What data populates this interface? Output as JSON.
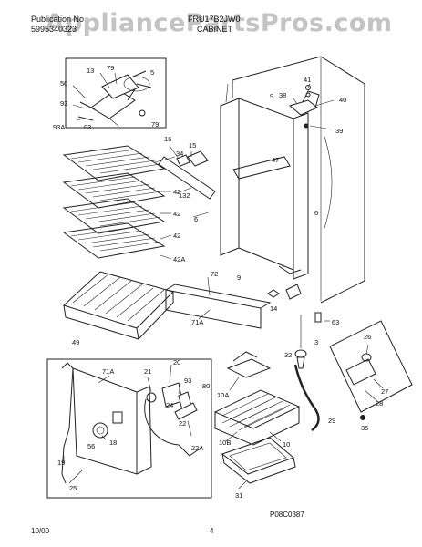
{
  "header": {
    "publication_label": "Publication No",
    "publication_number": "5995340323",
    "model": "FRU17B2JW0",
    "section": "CABINET"
  },
  "watermark": "AppliancePartsPros.com",
  "footer": {
    "date": "10/00",
    "page": "4",
    "drawing_code": "P08C0387"
  },
  "callouts": {
    "c1": "13",
    "c2": "79",
    "c3": "5",
    "c4": "50",
    "c5": "93",
    "c6": "93",
    "c7": "93A",
    "c8": "79",
    "c9": "34",
    "c10": "42",
    "c11": "42",
    "c12": "42",
    "c13": "42A",
    "c14": "132",
    "c15": "16",
    "c16": "15",
    "c17": "9",
    "c18": "38",
    "c19": "41",
    "c20": "40",
    "c21": "39",
    "c22": "47",
    "c23": "6",
    "c24": "6",
    "c25": "9",
    "c26": "72",
    "c27": "71A",
    "c28": "14",
    "c29": "63",
    "c30": "49",
    "c31": "3",
    "c32": "32",
    "c33": "26",
    "c34": "27",
    "c35": "28",
    "c36": "35",
    "c37": "29",
    "c38": "71A",
    "c39": "21",
    "c40": "20",
    "c41": "93",
    "c42": "80",
    "c43": "24",
    "c44": "22",
    "c45": "18",
    "c46": "56",
    "c47": "19",
    "c48": "25",
    "c49": "22A",
    "c50": "10A",
    "c51": "10B",
    "c52": "10",
    "c53": "31"
  }
}
